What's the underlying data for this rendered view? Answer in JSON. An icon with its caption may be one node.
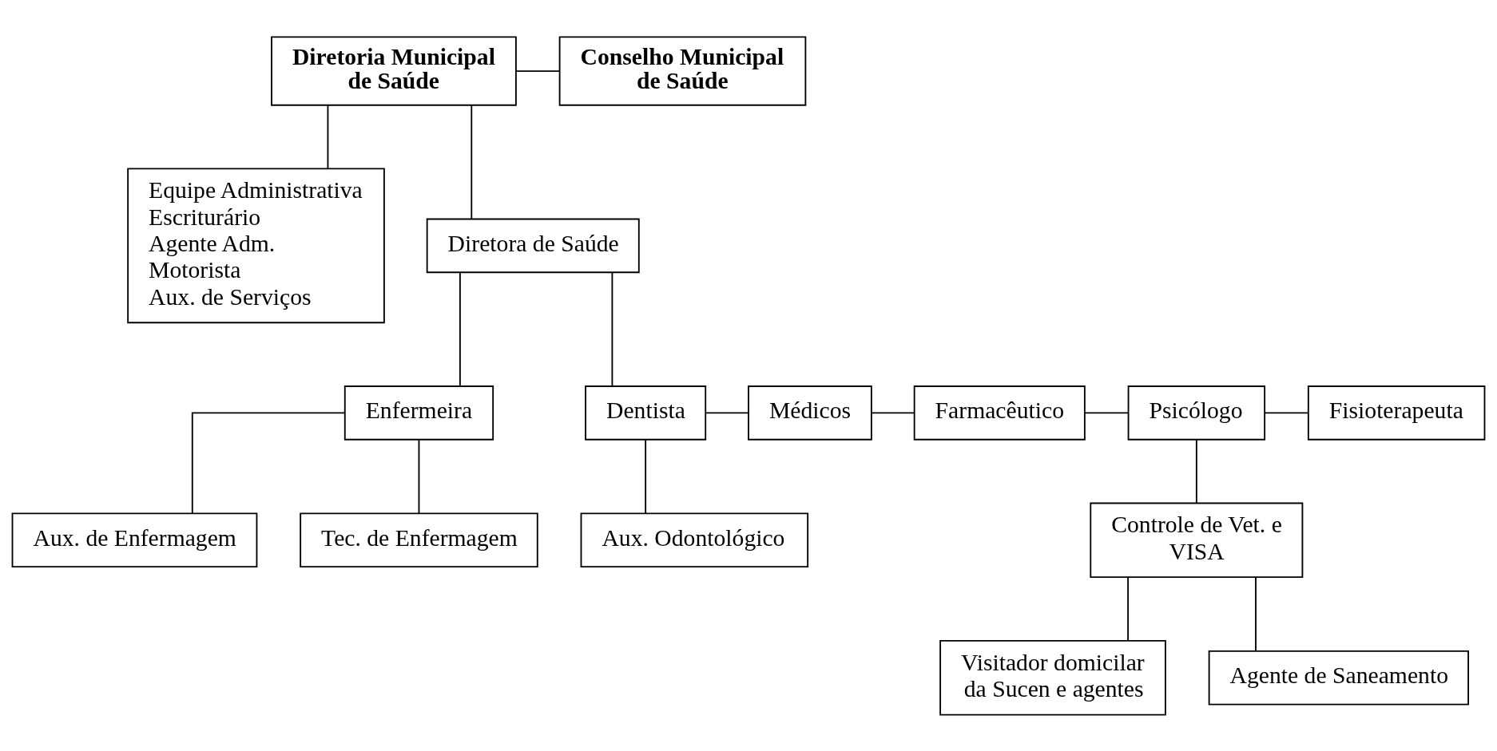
{
  "diagram": {
    "nodes": [
      {
        "text": [
          "Diretoria Municipal de Saúde"
        ]
      },
      {
        "text": [
          "Conselho Municipal de Saúde"
        ]
      },
      {
        "text": [
          "Equipe Administrativa",
          "Escriturário",
          "Agente Adm.",
          "Motorista",
          "Aux. de Serviços"
        ]
      },
      {
        "text": [
          "Diretora de Saúde"
        ]
      },
      {
        "text": [
          "Enfermeira"
        ]
      },
      {
        "text": [
          "Dentista"
        ]
      },
      {
        "text": [
          "Médicos"
        ]
      },
      {
        "text": [
          "Farmacêutico"
        ]
      },
      {
        "text": [
          "Psicólogo"
        ]
      },
      {
        "text": [
          "Fisioterapeuta"
        ]
      },
      {
        "text": [
          "Aux. de Enfermagem"
        ]
      },
      {
        "text": [
          "Tec. de Enfermagem"
        ]
      },
      {
        "text": [
          "Aux. Odontológico"
        ]
      },
      {
        "text": [
          "Controle de Vet. e VISA"
        ]
      },
      {
        "text": [
          "Visitador domicilar da Sucen e agentes"
        ]
      },
      {
        "text": [
          "Agente de Saneamento"
        ]
      }
    ],
    "edges": [
      {
        "from": 0,
        "to": 1,
        "arrow": "none"
      },
      {
        "from": 0,
        "to": 2,
        "arrow": "none"
      },
      {
        "from": 0,
        "to": 3,
        "arrow": "none"
      },
      {
        "from": 3,
        "to": 4,
        "arrow": "none"
      },
      {
        "from": 3,
        "to": 5,
        "arrow": "none"
      },
      {
        "from": 4,
        "to": 10,
        "arrow": "none"
      },
      {
        "from": 4,
        "to": 11,
        "arrow": "none"
      },
      {
        "from": 5,
        "to": 12,
        "arrow": "none"
      },
      {
        "from": 5,
        "to": 6,
        "arrow": "none"
      },
      {
        "from": 6,
        "to": 7,
        "arrow": "none"
      },
      {
        "from": 7,
        "to": 8,
        "arrow": "none"
      },
      {
        "from": 8,
        "to": 9,
        "arrow": "none"
      },
      {
        "from": 8,
        "to": 13,
        "arrow": "none"
      },
      {
        "from": 13,
        "to": 14,
        "arrow": "none"
      },
      {
        "from": 13,
        "to": 15,
        "arrow": "none"
      }
    ]
  }
}
